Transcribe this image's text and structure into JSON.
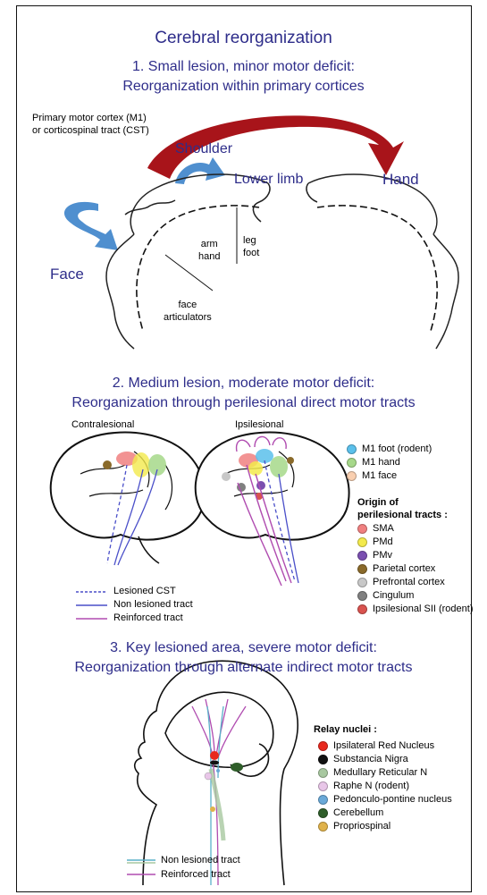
{
  "title": "Cerebral reorganization",
  "section1": {
    "heading_line1": "1.  Small lesion, minor motor deficit:",
    "heading_line2": "Reorganization within primary cortices",
    "m1_label_line1": "Primary motor cortex (M1)",
    "m1_label_line2": "or corticospinal tract (CST)",
    "shoulder": "Shoulder",
    "lower_limb": "Lower limb",
    "hand": "Hand",
    "face": "Face",
    "arm_hand_line1": "arm",
    "arm_hand_line2": "hand",
    "leg_foot_line1": "leg",
    "leg_foot_line2": "foot",
    "face_artic_line1": "face",
    "face_artic_line2": "articulators"
  },
  "section2": {
    "heading_line1": "2.  Medium lesion, moderate motor deficit:",
    "heading_line2": "Reorganization through perilesional direct motor tracts",
    "contralesional": "Contralesional",
    "ipsilesional": "Ipsilesional",
    "m1_legend": [
      {
        "label": "M1 foot (rodent)",
        "color": "#5bc0eb"
      },
      {
        "label": "M1 hand",
        "color": "#a6d88a"
      },
      {
        "label": "M1 face",
        "color": "#f9cfb0"
      }
    ],
    "origin_title_line1": "Origin of",
    "origin_title_line2": "perilesional tracts :",
    "origin_legend": [
      {
        "label": "SMA",
        "color": "#f08080"
      },
      {
        "label": "PMd",
        "color": "#f3ea4c"
      },
      {
        "label": "PMv",
        "color": "#7a4fb0"
      },
      {
        "label": "Parietal cortex",
        "color": "#8a6a2a"
      },
      {
        "label": "Prefrontal cortex",
        "color": "#c8c8c8"
      },
      {
        "label": "Cingulum",
        "color": "#808080"
      },
      {
        "label": "Ipsilesional SII (rodent)",
        "color": "#d9534f"
      }
    ],
    "tract_legend": [
      {
        "label": "Lesioned CST",
        "style": "dashed",
        "color": "#4a4fc9"
      },
      {
        "label": "Non lesioned tract",
        "style": "solid",
        "color": "#4a4fc9"
      },
      {
        "label": "Reinforced tract",
        "style": "solid",
        "color": "#b04cb0"
      }
    ]
  },
  "section3": {
    "heading_line1": "3.  Key lesioned area, severe motor deficit:",
    "heading_line2": "Reorganization through alternate indirect motor tracts",
    "relay_title": "Relay nuclei :",
    "relay_legend": [
      {
        "label": "Ipsilateral Red Nucleus",
        "color": "#e8281e"
      },
      {
        "label": "Substancia Nigra",
        "color": "#111111"
      },
      {
        "label": "Medullary Reticular N",
        "color": "#a8c8a0"
      },
      {
        "label": "Raphe N (rodent)",
        "color": "#e8c6e8"
      },
      {
        "label": "Pedonculo-pontine nucleus",
        "color": "#6aa9d8"
      },
      {
        "label": "Cerebellum",
        "color": "#2f5e2a"
      },
      {
        "label": "Propriospinal",
        "color": "#e0b24a"
      }
    ],
    "tract_legend": [
      {
        "label": "Non lesioned tract",
        "color": "#5ab0c9"
      },
      {
        "label": "Reinforced tract",
        "color": "#b04cb0"
      }
    ]
  },
  "colors": {
    "heading": "#2e2d8a",
    "red_arrow": "#a8141a",
    "blue_arrow": "#4f8fcf"
  }
}
